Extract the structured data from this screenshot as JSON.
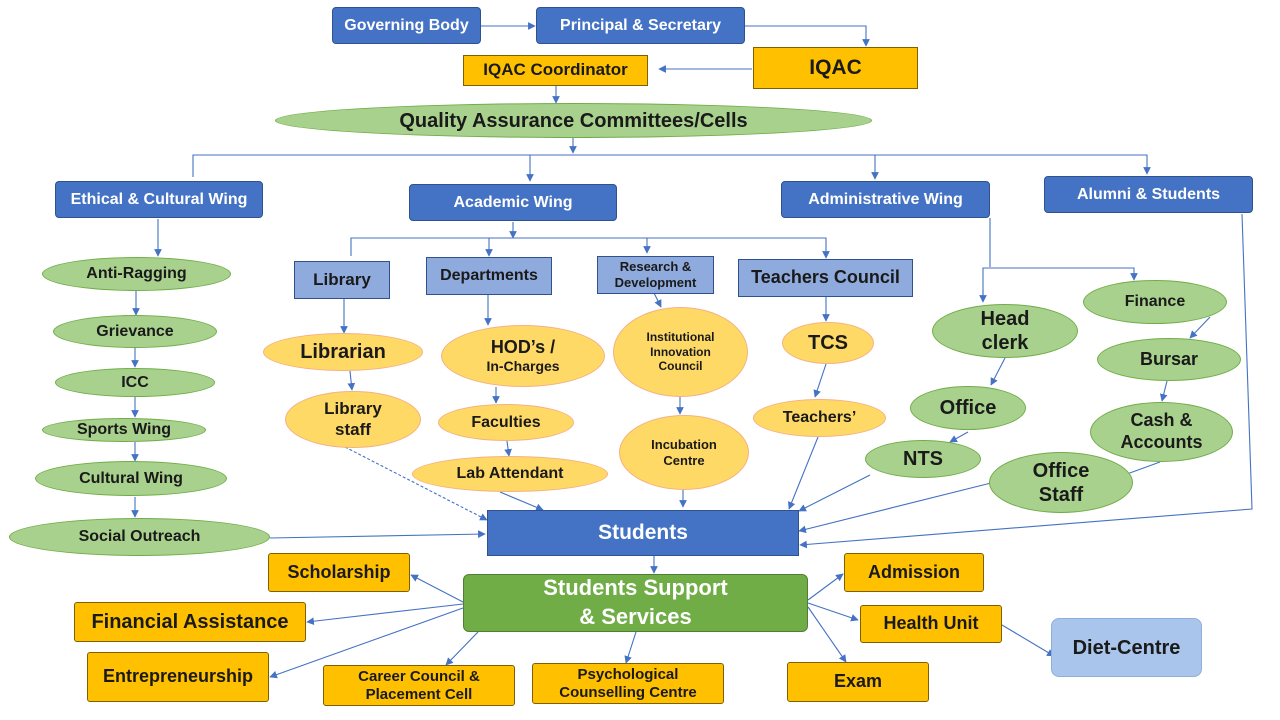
{
  "nodes": {
    "governing_body": "Governing Body",
    "principal": "Principal & Secretary",
    "iqac_coordinator": "IQAC Coordinator",
    "iqac": "IQAC",
    "qac": "Quality Assurance Committees/Cells",
    "ethical_wing": "Ethical & Cultural Wing",
    "academic_wing": "Academic Wing",
    "admin_wing": "Administrative Wing",
    "alumni": "Alumni & Students",
    "anti_ragging": "Anti-Ragging",
    "grievance": "Grievance",
    "icc": "ICC",
    "sports_wing": "Sports Wing",
    "cultural_wing": "Cultural Wing",
    "social_outreach": "Social Outreach",
    "library": "Library",
    "departments": "Departments",
    "research": "Research &\nDevelopment",
    "teachers_council": "Teachers Council",
    "librarian": "Librarian",
    "library_staff": "Library\nstaff",
    "hods_line1": "HOD’s /",
    "hods_line2": "In-Charges",
    "faculties": "Faculties",
    "lab_attendant": "Lab Attendant",
    "iic": "Institutional\nInnovation\nCouncil",
    "incubation": "Incubation\nCentre",
    "tcs": "TCS",
    "teachers": "Teachers’",
    "head_clerk": "Head\nclerk",
    "finance": "Finance",
    "bursar": "Bursar",
    "office": "Office",
    "cash_accounts": "Cash &\nAccounts",
    "nts": "NTS",
    "office_staff": "Office\nStaff",
    "students": "Students",
    "sss": "Students Support\n& Services",
    "scholarship": "Scholarship",
    "financial_assistance": "Financial Assistance",
    "entrepreneurship": "Entrepreneurship",
    "career_council": "Career Council &\nPlacement Cell",
    "psych": "Psychological\nCounselling Centre",
    "admission": "Admission",
    "health_unit": "Health Unit",
    "exam": "Exam",
    "diet_centre": "Diet-Centre"
  },
  "colors": {
    "connector": "#4472c4",
    "primary_box": "#4472c4",
    "light_box": "#8faadc",
    "gold_box": "#ffc000",
    "green_ellipse": "#a9d18e",
    "yellow_ellipse": "#ffd966",
    "support_box": "#70ad47"
  }
}
